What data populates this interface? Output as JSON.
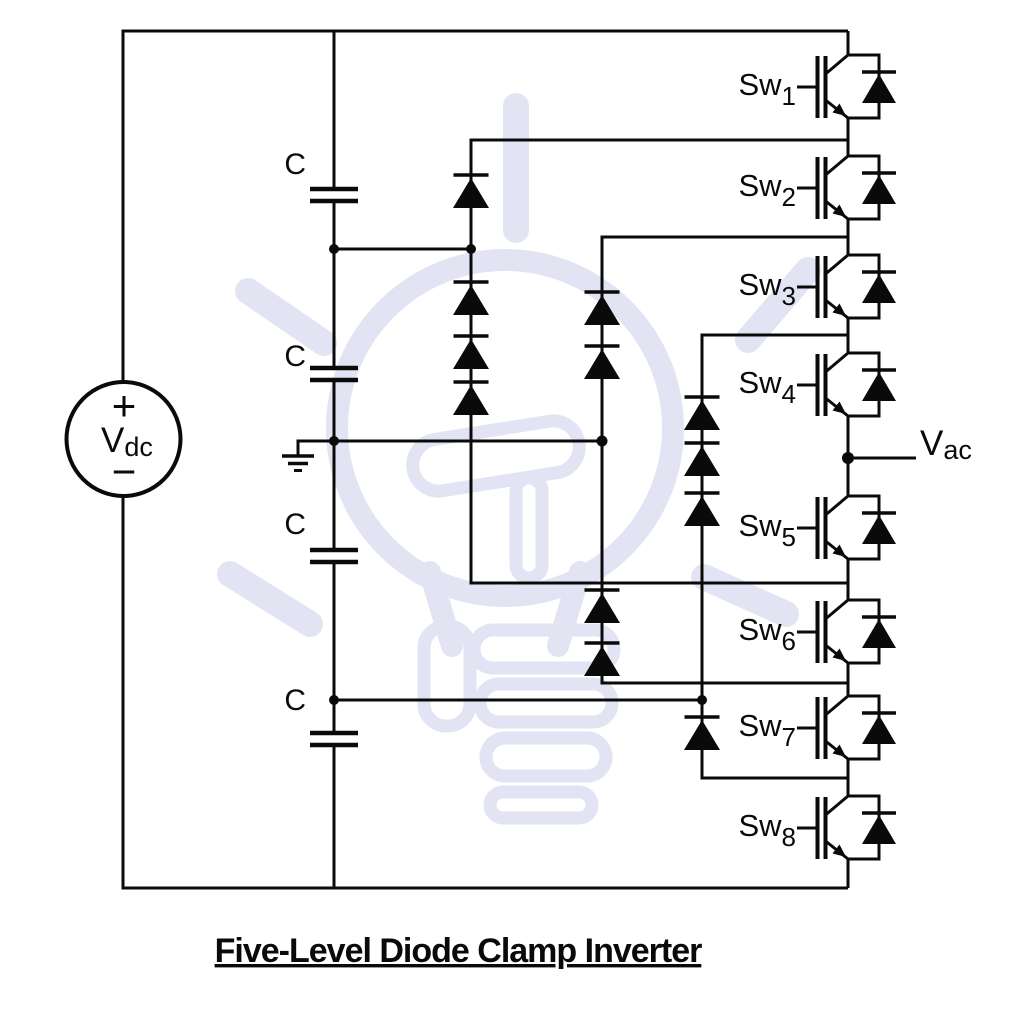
{
  "title": "Five-Level Diode Clamp Inverter",
  "colors": {
    "line": "#0a0a0a",
    "background": "#ffffff",
    "watermark": "#e3e4f3"
  },
  "source": {
    "plus": "+",
    "label": "V",
    "subscript": "dc",
    "minus": "−"
  },
  "output": {
    "label": "V",
    "subscript": "ac"
  },
  "capacitors": [
    {
      "label": "C"
    },
    {
      "label": "C"
    },
    {
      "label": "C"
    },
    {
      "label": "C"
    }
  ],
  "switches": [
    {
      "base": "Sw",
      "sub": "1"
    },
    {
      "base": "Sw",
      "sub": "2"
    },
    {
      "base": "Sw",
      "sub": "3"
    },
    {
      "base": "Sw",
      "sub": "4"
    },
    {
      "base": "Sw",
      "sub": "5"
    },
    {
      "base": "Sw",
      "sub": "6"
    },
    {
      "base": "Sw",
      "sub": "7"
    },
    {
      "base": "Sw",
      "sub": "8"
    }
  ]
}
